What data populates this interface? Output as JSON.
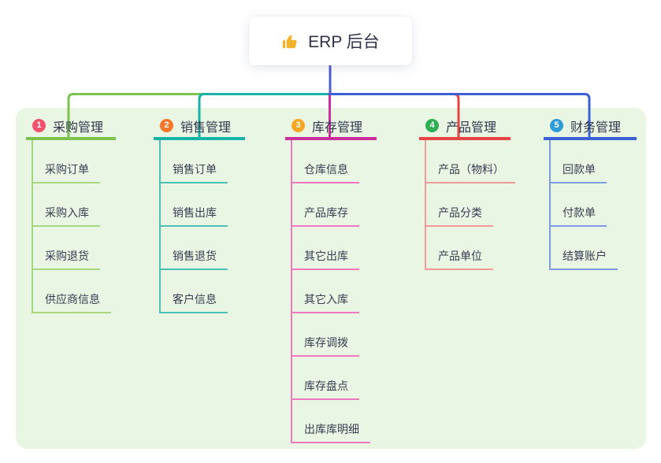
{
  "root": {
    "icon": "thumbs-up-icon",
    "title": "ERP 后台"
  },
  "colors": {
    "trunk": "#4c5ed0",
    "panel_bg": "#e9f6e3",
    "root_bg": "#ffffff",
    "node_text": "#333a4e"
  },
  "branches": [
    {
      "badge": "1",
      "label": "采购管理",
      "colors": {
        "main": "#7cc24f",
        "line": "#a8d67e",
        "badge": "#f4516c"
      },
      "children": [
        "采购订单",
        "采购入库",
        "采购退货",
        "供应商信息"
      ]
    },
    {
      "badge": "2",
      "label": "销售管理",
      "colors": {
        "main": "#17b3a6",
        "line": "#4cc0b4",
        "badge": "#f5772d"
      },
      "children": [
        "销售订单",
        "销售出库",
        "销售退货",
        "客户信息"
      ]
    },
    {
      "badge": "3",
      "label": "库存管理",
      "colors": {
        "main": "#cb2f9c",
        "line": "#ee77bd",
        "badge": "#f6a623"
      },
      "children": [
        "仓库信息",
        "产品库存",
        "其它出库",
        "其它入库",
        "库存调拨",
        "库存盘点",
        "出库库明细"
      ]
    },
    {
      "badge": "4",
      "label": "产品管理",
      "colors": {
        "main": "#e64545",
        "line": "#f29a96",
        "badge": "#2fae53"
      },
      "children": [
        "产品（物料）",
        "产品分类",
        "产品单位"
      ]
    },
    {
      "badge": "5",
      "label": "财务管理",
      "colors": {
        "main": "#3b61d6",
        "line": "#7d9ce6",
        "badge": "#2f9cd8"
      },
      "children": [
        "回款单",
        "付款单",
        "结算账户"
      ]
    }
  ]
}
